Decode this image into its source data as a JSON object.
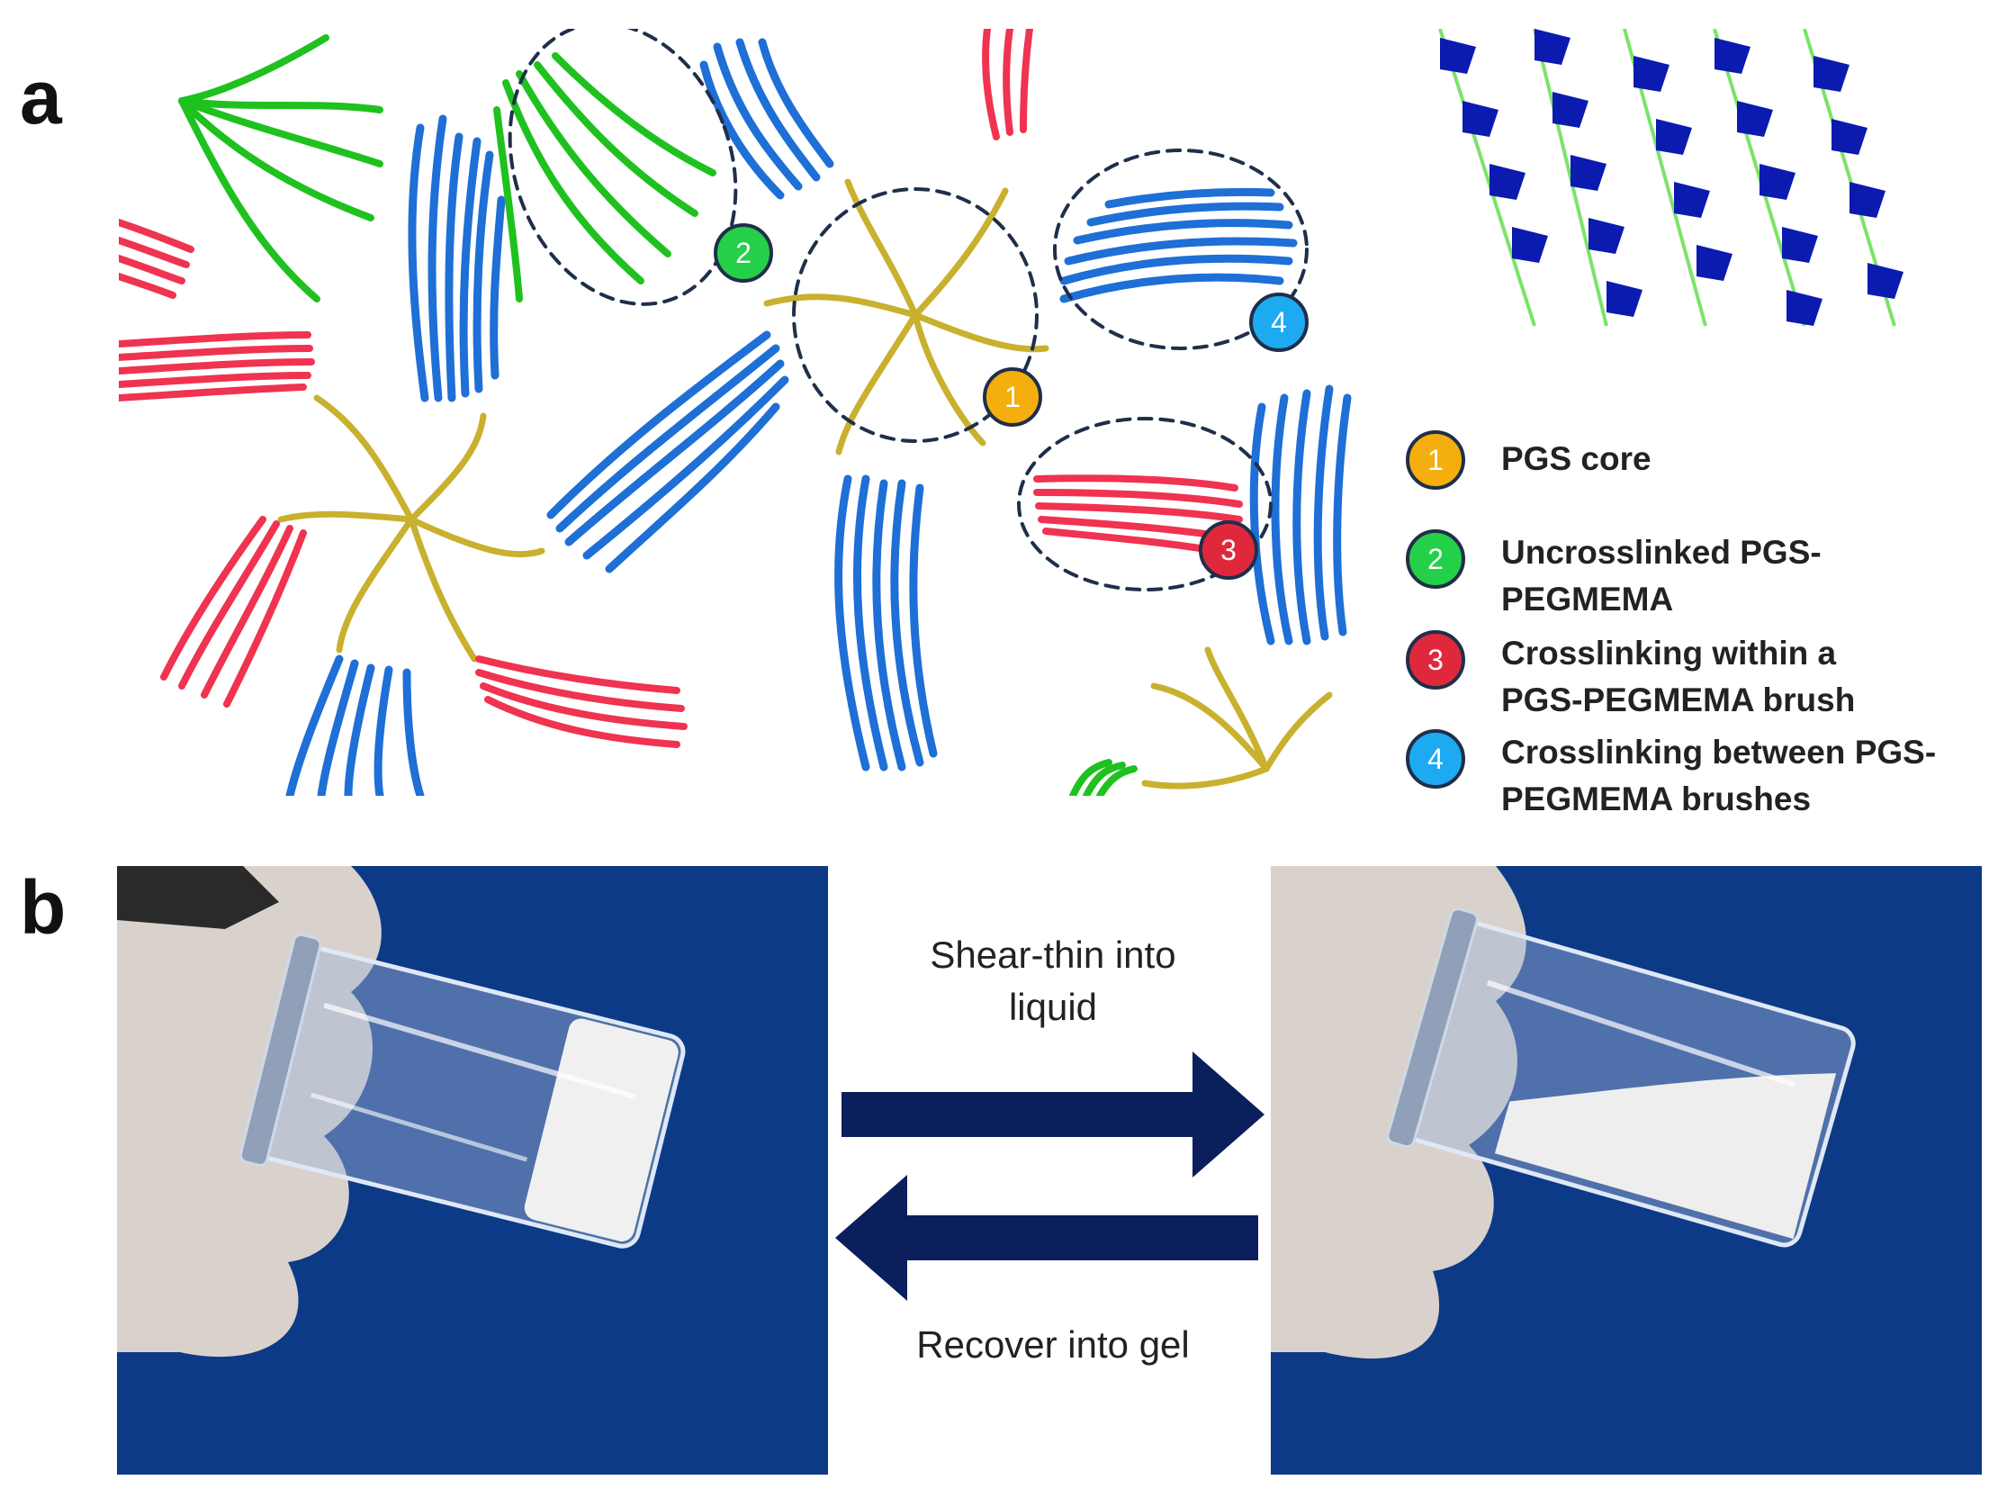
{
  "panels": {
    "a_label": "a",
    "b_label": "b"
  },
  "diagram_badges": {
    "one": "1",
    "two": "2",
    "three": "3",
    "four": "4"
  },
  "legend": [
    {
      "number": "1",
      "text": "PGS core",
      "color": "#f4ae0d"
    },
    {
      "number": "2",
      "text": "Uncrosslinked PGS-PEGMEMA",
      "color": "#24d048"
    },
    {
      "number": "3",
      "text": "Crosslinking within a PGS-PEGMEMA brush",
      "color": "#e0283d"
    },
    {
      "number": "4",
      "text": "Crosslinking between PGS-PEGMEMA brushes",
      "color": "#1eaaf0"
    }
  ],
  "transition": {
    "forward_label": "Shear-thin into liquid",
    "reverse_label": "Recover into gel"
  },
  "colors": {
    "core": "#c9b02e",
    "blue_brush": "#1e6fd6",
    "red_brush": "#ef3350",
    "green_brush": "#1fc11f",
    "arrow": "#0a1f5c",
    "photo_bg": "#0d3a86",
    "inset_beads": "#0b1bb0",
    "inset_string": "#7be36a"
  }
}
